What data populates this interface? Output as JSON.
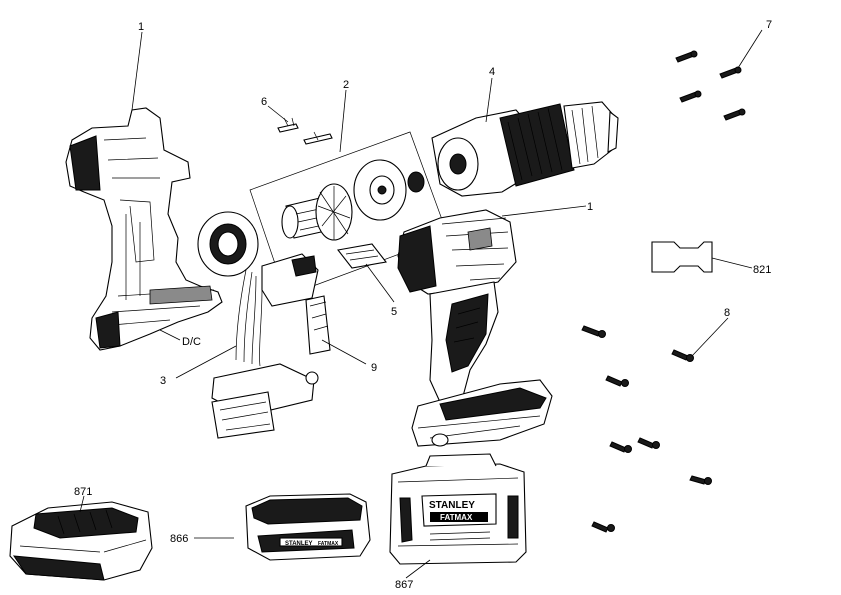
{
  "diagram": {
    "callouts": {
      "housing_left": "1",
      "motor_group": "2",
      "wiring_switch": "3",
      "gearbox_chuck": "4",
      "brush_plate": "5",
      "spring_clip": "6",
      "screws_top": "7",
      "screw_right": "8",
      "tube_part": "9",
      "housing_right": "1",
      "label_part": "821",
      "dc_label": "D/C",
      "battery_large": "871",
      "battery_small": "866",
      "carry_case": "867"
    },
    "brand": {
      "case_brand": "STANLEY",
      "case_subbrand": "FATMAX",
      "battery_brand": "STANLEY",
      "battery_subbrand": "FATMAX"
    }
  }
}
